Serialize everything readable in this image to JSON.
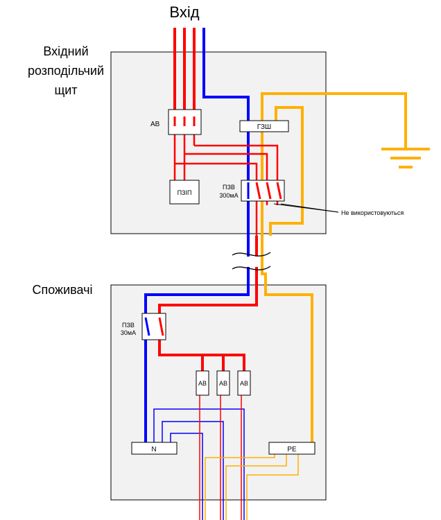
{
  "title": "Вхід",
  "top_panel": {
    "label_lines": [
      "Вхідний",
      "розподільчий",
      "щит"
    ],
    "breaker": "АВ",
    "ground_bus": "ГЗШ",
    "surge_protector": "ПЗІП",
    "rcd_lines": [
      "ПЗВ",
      "300мА"
    ],
    "unused_note": "Не використовуються"
  },
  "bottom_panel": {
    "label": "Споживачі",
    "rcd_lines": [
      "ПЗВ",
      "30мА"
    ],
    "breakers": [
      "АВ",
      "АВ",
      "АВ"
    ],
    "neutral_bus": "N",
    "pe_bus": "PE"
  },
  "colors": {
    "phase": "#ff0000",
    "neutral": "#0000ff",
    "protective_earth": "#ffb000",
    "box_fill": "#f2f2f2",
    "outline": "#000000"
  }
}
